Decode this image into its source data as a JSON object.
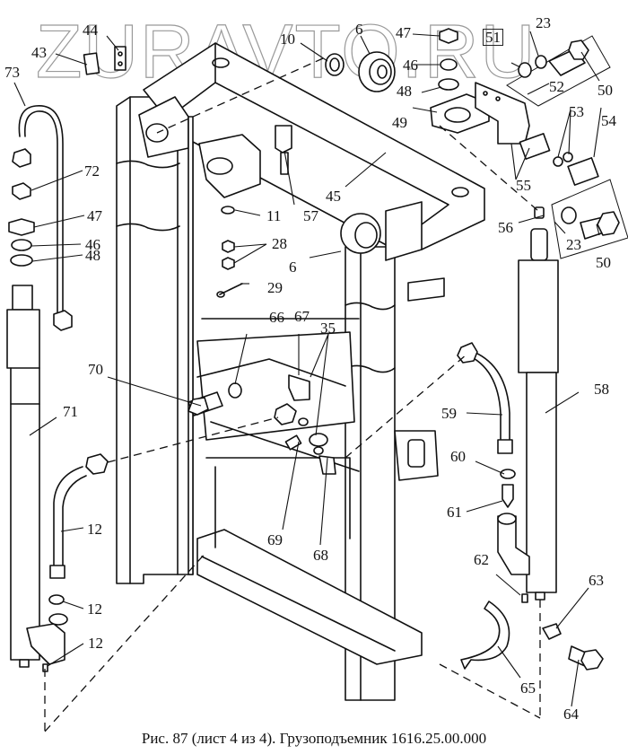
{
  "watermark": "ZURAVTO.RU",
  "caption": "Рис. 87 (лист 4 из 4). Грузоподъемник 1616.25.00.000",
  "colors": {
    "ink": "#111111",
    "watermark": "#9a9a9a",
    "background": "#ffffff"
  },
  "parts": [
    {
      "id": "p43",
      "label": "43",
      "name": "plate-43"
    },
    {
      "id": "p44",
      "label": "44",
      "name": "plate-44"
    },
    {
      "id": "p10",
      "label": "10",
      "name": "washer-10"
    },
    {
      "id": "p6a",
      "label": "6",
      "name": "roller-bearing-6-top"
    },
    {
      "id": "p47a",
      "label": "47",
      "name": "nut-47-top"
    },
    {
      "id": "p46a",
      "label": "46",
      "name": "lock-washer-46-top"
    },
    {
      "id": "p48a",
      "label": "48",
      "name": "washer-48-top"
    },
    {
      "id": "p23a",
      "label": "23",
      "name": "washer-23-top"
    },
    {
      "id": "p51",
      "label": "51",
      "name": "washer-51"
    },
    {
      "id": "p50a",
      "label": "50",
      "name": "bolt-50-top"
    },
    {
      "id": "p52",
      "label": "52",
      "name": "bracket-52"
    },
    {
      "id": "p49",
      "label": "49",
      "name": "clamp-49"
    },
    {
      "id": "p53",
      "label": "53",
      "name": "bushings-53"
    },
    {
      "id": "p54",
      "label": "54",
      "name": "plate-54"
    },
    {
      "id": "p55",
      "label": "55",
      "name": "plates-55"
    },
    {
      "id": "p73",
      "label": "73",
      "name": "tube-73"
    },
    {
      "id": "p72",
      "label": "72",
      "name": "fitting-72"
    },
    {
      "id": "p47b",
      "label": "47",
      "name": "nut-47-left"
    },
    {
      "id": "p46b",
      "label": "46",
      "name": "lock-washer-46-left"
    },
    {
      "id": "p48b",
      "label": "48",
      "name": "washer-48-left"
    },
    {
      "id": "p57",
      "label": "57",
      "name": "bracket-57"
    },
    {
      "id": "p45",
      "label": "45",
      "name": "crossbeam-45"
    },
    {
      "id": "p11",
      "label": "11",
      "name": "washer-11"
    },
    {
      "id": "p28",
      "label": "28",
      "name": "nuts-28"
    },
    {
      "id": "p6b",
      "label": "6",
      "name": "roller-bearing-6-mid"
    },
    {
      "id": "p29",
      "label": "29",
      "name": "cotter-pin-29"
    },
    {
      "id": "p56",
      "label": "56",
      "name": "nipple-56"
    },
    {
      "id": "p23b",
      "label": "23",
      "name": "washer-23-right"
    },
    {
      "id": "p50b",
      "label": "50",
      "name": "bolt-50-right"
    },
    {
      "id": "p66",
      "label": "66",
      "name": "washer-66"
    },
    {
      "id": "p67",
      "label": "67",
      "name": "bracket-67"
    },
    {
      "id": "p35",
      "label": "35",
      "name": "washers-35"
    },
    {
      "id": "p70",
      "label": "70",
      "name": "bolt-70"
    },
    {
      "id": "p71",
      "label": "71",
      "name": "cylinder-71"
    },
    {
      "id": "p58",
      "label": "58",
      "name": "cylinder-58"
    },
    {
      "id": "p59",
      "label": "59",
      "name": "hose-59"
    },
    {
      "id": "p60",
      "label": "60",
      "name": "ring-60"
    },
    {
      "id": "p61",
      "label": "61",
      "name": "fitting-61"
    },
    {
      "id": "p12a",
      "label": "12",
      "name": "hose-12"
    },
    {
      "id": "p69",
      "label": "69",
      "name": "elbow-69"
    },
    {
      "id": "p68",
      "label": "68",
      "name": "fitting-68"
    },
    {
      "id": "p12b",
      "label": "12",
      "name": "ring-12"
    },
    {
      "id": "p62",
      "label": "62",
      "name": "pin-62"
    },
    {
      "id": "p63",
      "label": "63",
      "name": "lock-plate-63"
    },
    {
      "id": "p12c",
      "label": "12",
      "name": "pin-12"
    },
    {
      "id": "p65",
      "label": "65",
      "name": "clamp-65"
    },
    {
      "id": "p64",
      "label": "64",
      "name": "bolt-64"
    }
  ]
}
